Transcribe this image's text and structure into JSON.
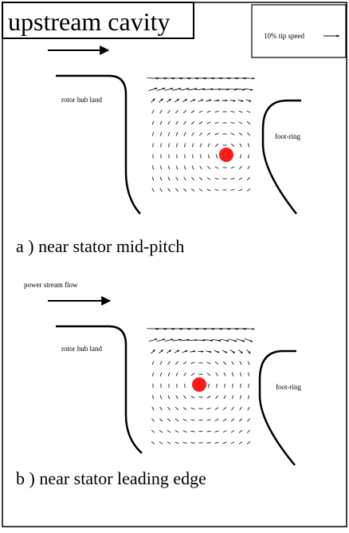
{
  "title": "upstream cavity",
  "scale_legend": {
    "label": "10% tip speed"
  },
  "panels": [
    {
      "id": "a",
      "caption": "a ) near stator mid-pitch",
      "flow_label": "",
      "rotor_label": "rotor hub land",
      "foot_label": "foot-ring"
    },
    {
      "id": "b",
      "caption": "b ) near stator leading edge",
      "flow_label": "power stream flow",
      "rotor_label": "rotor hub land",
      "foot_label": "foot-ring"
    }
  ],
  "colors": {
    "marker": "#ff1a1a",
    "ink": "#000000"
  }
}
